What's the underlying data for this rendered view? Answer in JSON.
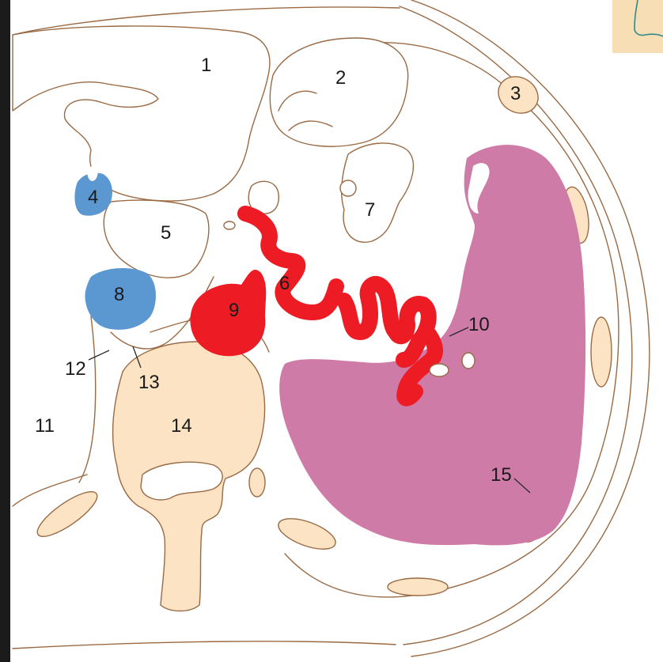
{
  "figure": {
    "labels": [
      {
        "id": "label-1",
        "text": "1"
      },
      {
        "id": "label-2",
        "text": "2"
      },
      {
        "id": "label-3",
        "text": "3"
      },
      {
        "id": "label-4",
        "text": "4"
      },
      {
        "id": "label-5",
        "text": "5"
      },
      {
        "id": "label-6",
        "text": "6"
      },
      {
        "id": "label-7",
        "text": "7"
      },
      {
        "id": "label-8",
        "text": "8"
      },
      {
        "id": "label-9",
        "text": "9"
      },
      {
        "id": "label-10",
        "text": "10"
      },
      {
        "id": "label-11",
        "text": "11"
      },
      {
        "id": "label-12",
        "text": "12"
      },
      {
        "id": "label-13",
        "text": "13"
      },
      {
        "id": "label-14",
        "text": "14"
      },
      {
        "id": "label-15",
        "text": "15"
      }
    ],
    "colors": {
      "outline": "#9a6a44",
      "bone": "#fbe3c3",
      "vein_blue": "#5b97d1",
      "artery_red": "#ed1c24",
      "spleen_pink": "#cf7ba8",
      "inset_bg": "#f7deb5",
      "inset_stroke": "#2e8a8a",
      "left_bar": "#1b1b1b"
    }
  }
}
